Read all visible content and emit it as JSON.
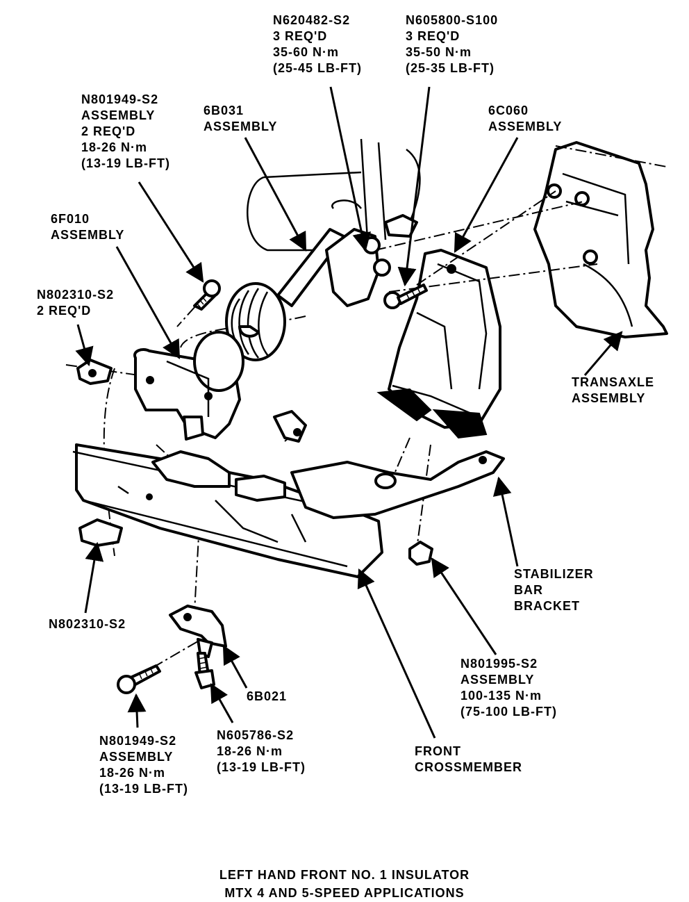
{
  "callouts": {
    "n620482": {
      "lines": [
        "N620482-S2",
        "3 REQ'D",
        "35-60 N·m",
        "(25-45 LB-FT)"
      ]
    },
    "n605800": {
      "lines": [
        "N605800-S100",
        "3 REQ'D",
        "35-50 N·m",
        "(25-35 LB-FT)"
      ]
    },
    "n801949_top": {
      "lines": [
        "N801949-S2",
        "ASSEMBLY",
        "2 REQ'D",
        "18-26 N·m",
        "(13-19 LB-FT)"
      ]
    },
    "b6b031": {
      "lines": [
        "6B031",
        "ASSEMBLY"
      ]
    },
    "c6c060": {
      "lines": [
        "6C060",
        "ASSEMBLY"
      ]
    },
    "f6f010": {
      "lines": [
        "6F010",
        "ASSEMBLY"
      ]
    },
    "n802310_top": {
      "lines": [
        "N802310-S2",
        "2 REQ'D"
      ]
    },
    "transaxle": {
      "lines": [
        "TRANSAXLE",
        "ASSEMBLY"
      ]
    },
    "stabilizer": {
      "lines": [
        "STABILIZER",
        "BAR",
        "BRACKET"
      ]
    },
    "n802310_bottom": {
      "lines": [
        "N802310-S2"
      ]
    },
    "b6b021": {
      "lines": [
        "6B021"
      ]
    },
    "n801995": {
      "lines": [
        "N801995-S2",
        "ASSEMBLY",
        "100-135 N·m",
        "(75-100 LB-FT)"
      ]
    },
    "n801949_bottom": {
      "lines": [
        "N801949-S2",
        "ASSEMBLY",
        "18-26 N·m",
        "(13-19 LB-FT)"
      ]
    },
    "n605786": {
      "lines": [
        "N605786-S2",
        "18-26 N·m",
        "(13-19 LB-FT)"
      ]
    },
    "crossmember": {
      "lines": [
        "FRONT",
        "CROSSMEMBER"
      ]
    }
  },
  "caption": {
    "line1": "LEFT HAND FRONT NO. 1 INSULATOR",
    "line2": "MTX 4 AND 5-SPEED APPLICATIONS"
  }
}
